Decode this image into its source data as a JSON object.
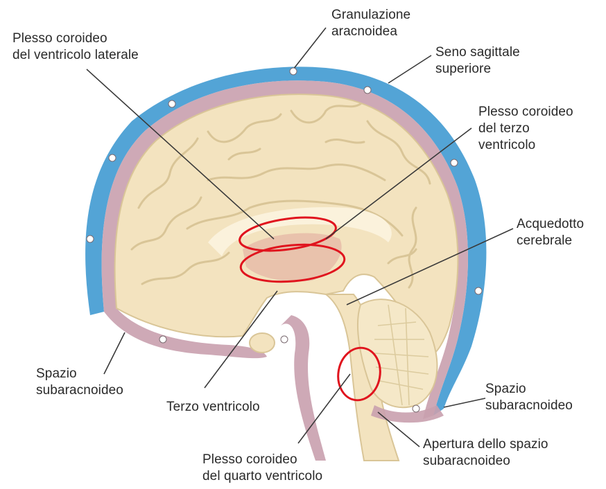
{
  "labels": {
    "plesso_laterale": "Plesso coroideo\ndel ventricolo laterale",
    "granulazione": "Granulazione\naracnoidea",
    "seno_sagittale": "Seno sagittale\nsuperiore",
    "plesso_terzo": "Plesso coroideo\ndel terzo\nventricolo",
    "acquedotto": "Acquedotto\ncerebrale",
    "spazio_sub_left": "Spazio\nsubaracnoideo",
    "terzo_ventricolo": "Terzo ventricolo",
    "spazio_sub_right": "Spazio\nsubaracnoideo",
    "apertura": "Apertura dello spazio\nsubaracnoideo",
    "plesso_quarto": "Plesso coroideo\ndel quarto ventricolo"
  },
  "colors": {
    "dura_blue": "#4a9fd4",
    "arachnoid_pink": "#c9a0ae",
    "brain_tan": "#f3e3bf",
    "gyrus_line": "#d9c597",
    "highlight_red": "#e0141e",
    "leader_line": "#3a3a3a"
  }
}
